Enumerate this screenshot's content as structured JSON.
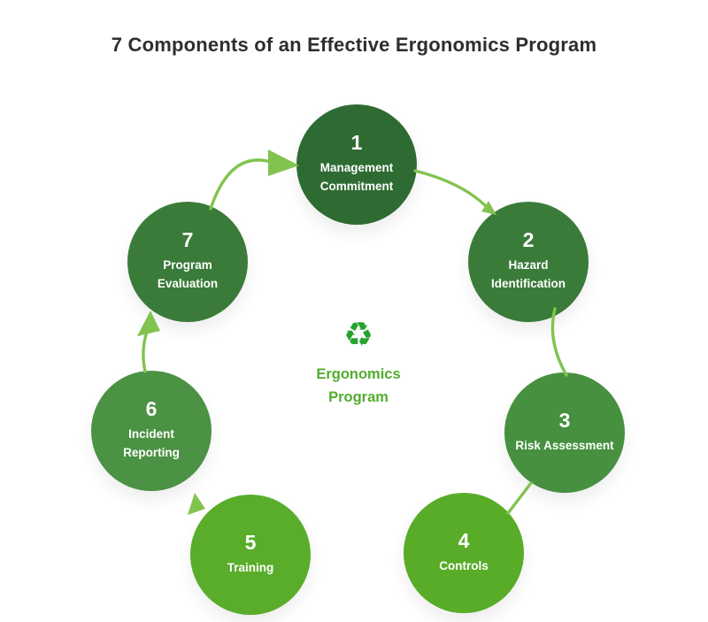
{
  "title": "7 Components of an Effective Ergonomics Program",
  "center": {
    "icon": "recycle-icon",
    "icon_glyph": "♻",
    "line1": "Ergonomics",
    "line2": "Program"
  },
  "steps": [
    {
      "number": "1",
      "label": "Management Commitment",
      "color": "#2e6b32"
    },
    {
      "number": "2",
      "label": "Hazard Identification",
      "color": "#3a7b39"
    },
    {
      "number": "3",
      "label": "Risk Assessment",
      "color": "#46903f"
    },
    {
      "number": "4",
      "label": "Controls",
      "color": "#58ac28"
    },
    {
      "number": "5",
      "label": "Training",
      "color": "#59ad2a"
    },
    {
      "number": "6",
      "label": "Incident Reporting",
      "color": "#4b9244"
    },
    {
      "number": "7",
      "label": "Program Evaluation",
      "color": "#3a7b39"
    }
  ],
  "theme": {
    "arrow_color": "#82c34f",
    "center_text_color": "#53ad30",
    "icon_color": "#27a22d",
    "title_color": "#2e2e2e"
  }
}
